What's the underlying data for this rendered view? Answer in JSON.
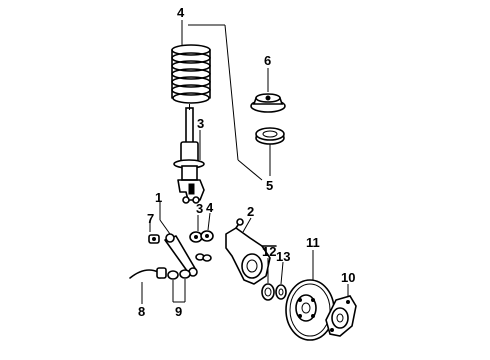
{
  "callouts": {
    "c1": "1",
    "c2": "2",
    "c3a": "3",
    "c3b": "3",
    "c4a": "4",
    "c4b": "4",
    "c5": "5",
    "c6": "6",
    "c7": "7",
    "c8": "8",
    "c9": "9",
    "c10": "10",
    "c11": "11",
    "c12": "12",
    "c13": "13"
  }
}
